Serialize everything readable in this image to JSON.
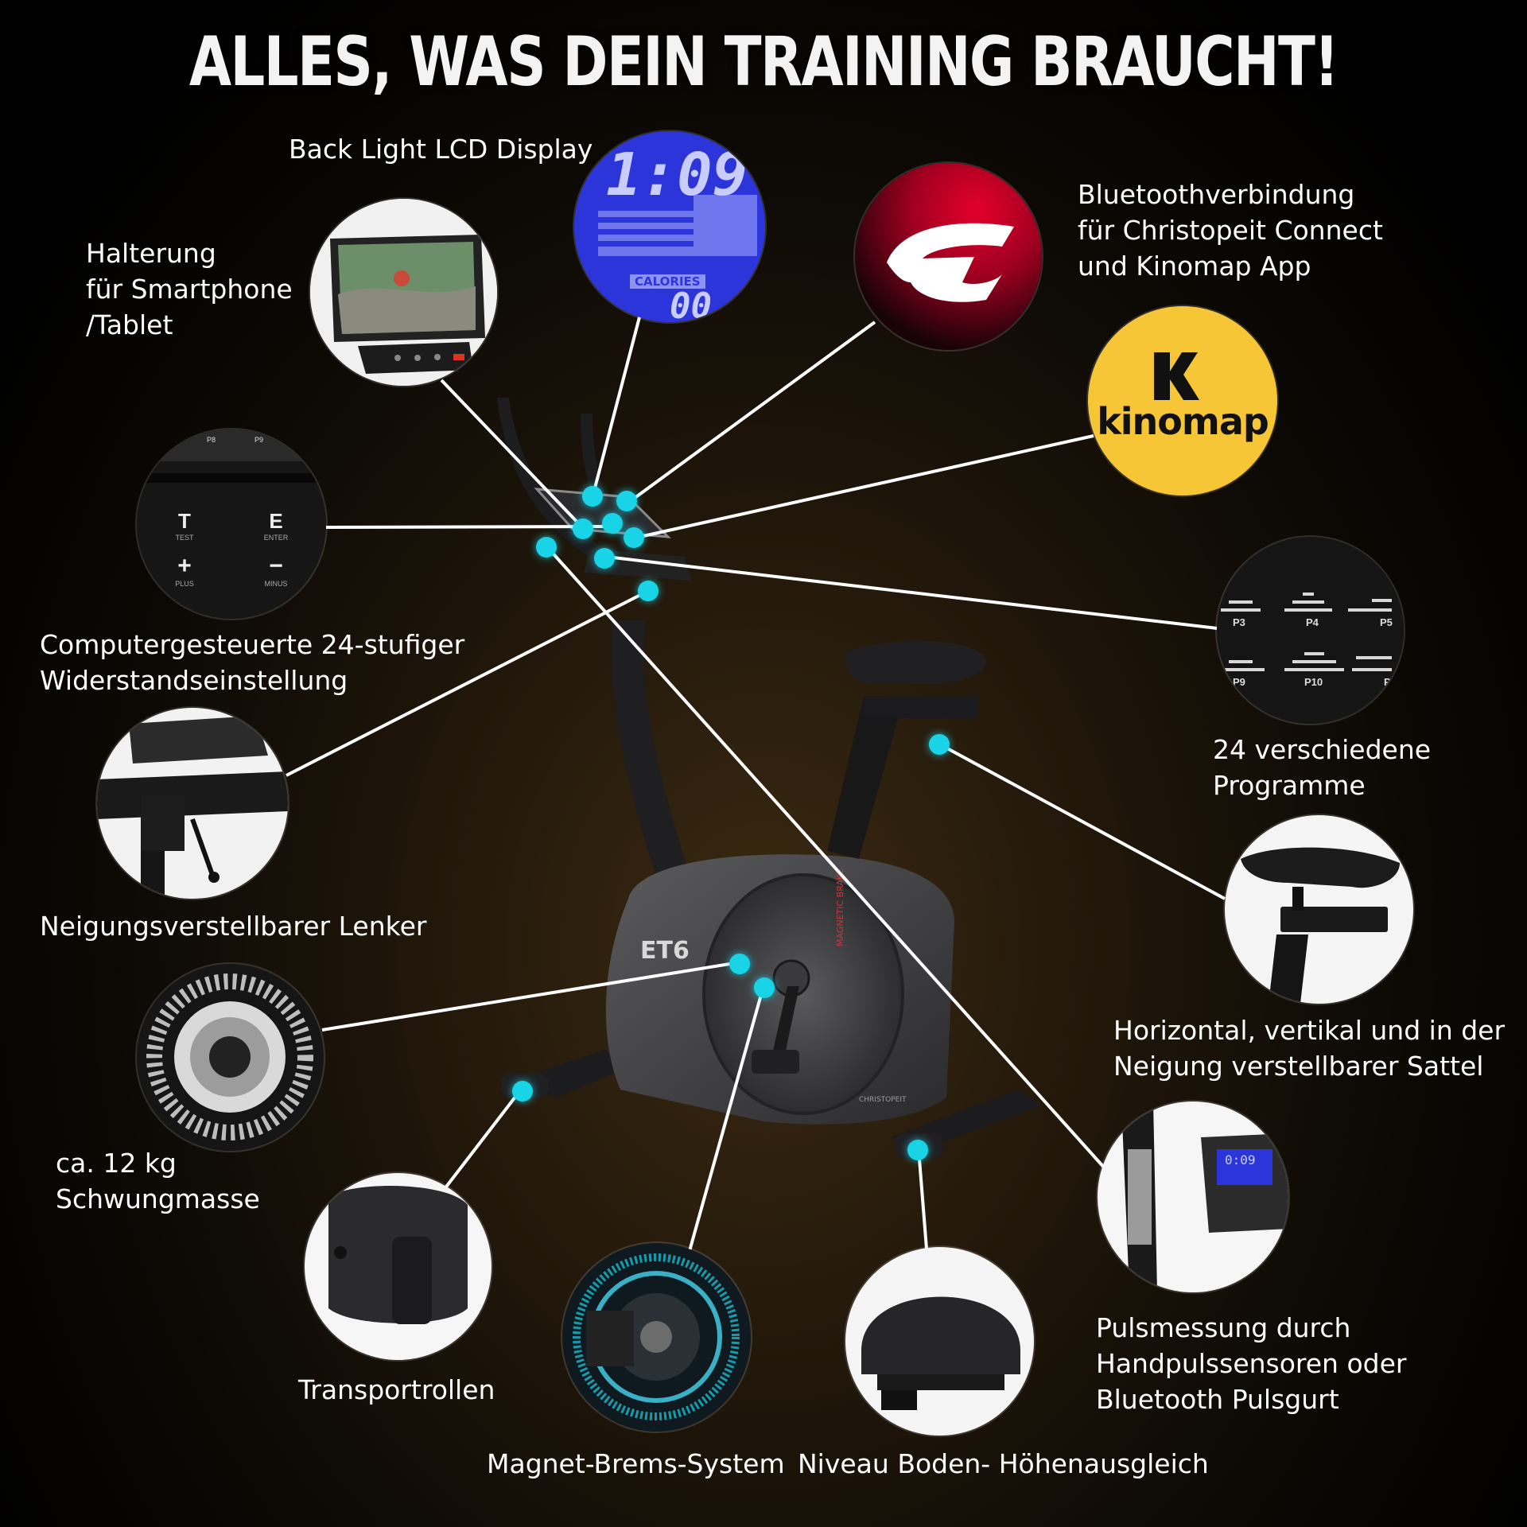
{
  "title": "ALLES, WAS DEIN TRAINING BRAUCHT!",
  "colors": {
    "accent_dot": "#19d3e6",
    "lcd_blue": "#2c35d9",
    "brand_red": "#e3002b",
    "kinomap_yellow": "#f7c637"
  },
  "features": {
    "lcd_display": "Back Light LCD Display",
    "holder": [
      "Halterung",
      "für Smartphone",
      "/Tablet"
    ],
    "bluetooth": [
      "Bluetoothverbindung",
      "für Christopeit Connect",
      "und  Kinomap App"
    ],
    "resistance": [
      "Computergesteuerte 24-stufiger",
      "Widerstandseinstellung"
    ],
    "programs": [
      "24 verschiedene",
      "Programme"
    ],
    "handlebar": "Neigungsverstellbarer Lenker",
    "saddle": [
      "Horizontal, vertikal und in der",
      "Neigung verstellbarer Sattel"
    ],
    "flywheel": [
      "ca. 12 kg",
      "Schwungmasse"
    ],
    "pulse": [
      "Pulsmessung durch",
      "Handpulssensoren oder",
      "Bluetooth Pulsgurt"
    ],
    "wheels": "Transportrollen",
    "brake": "Magnet-Brems-System",
    "leveler": "Niveau Boden- Höhenausgleich"
  },
  "bubbles": {
    "lcd": {
      "time": "1:09",
      "caption": "CALORIES",
      "value": "00"
    },
    "kinomap_logo": "kinomap",
    "console_keys": [
      {
        "glyph": "T",
        "label": "TEST"
      },
      {
        "glyph": "E",
        "label": "ENTER"
      },
      {
        "glyph": "+",
        "label": "PLUS"
      },
      {
        "glyph": "−",
        "label": "MINUS"
      }
    ],
    "console_top": [
      "P8",
      "P9"
    ],
    "programs_top": [
      "P3",
      "P4",
      "P5"
    ],
    "programs_bottom": [
      "P9",
      "P10",
      "P"
    ],
    "pulse_lcd": "0:09"
  },
  "bike": {
    "model": "ET6",
    "brake_text": "MAGNETIC BRAKE",
    "brand": "CHRISTOPEIT"
  }
}
